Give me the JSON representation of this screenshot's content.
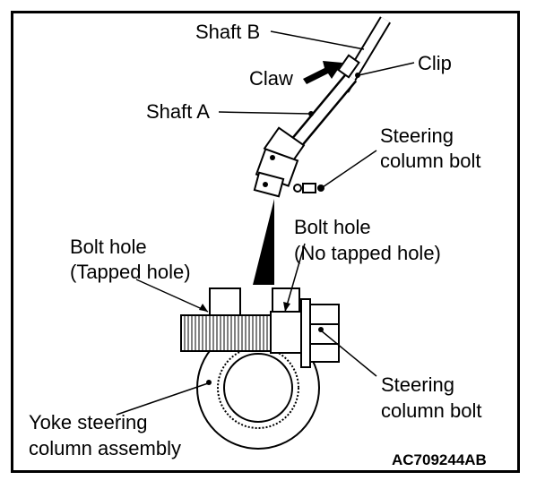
{
  "labels": {
    "shaft_b": "Shaft B",
    "clip": "Clip",
    "claw": "Claw",
    "shaft_a": "Shaft A",
    "steering_column_bolt_top_1": "Steering",
    "steering_column_bolt_top_2": "column bolt",
    "bolt_hole_no_tap_1": "Bolt hole",
    "bolt_hole_no_tap_2": "(No tapped hole)",
    "bolt_hole_tapped_1": "Bolt hole",
    "bolt_hole_tapped_2": "(Tapped hole)",
    "steering_column_bolt_bottom_1": "Steering",
    "steering_column_bolt_bottom_2": "column bolt",
    "yoke_1": "Yoke steering",
    "yoke_2": "column assembly"
  },
  "figure_code": "AC709244AB"
}
